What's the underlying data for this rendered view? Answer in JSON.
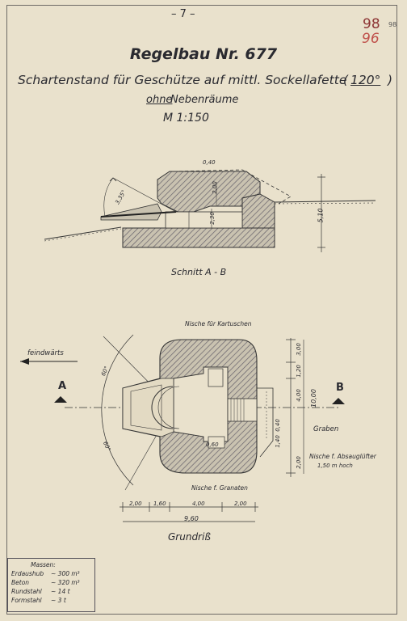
{
  "header": {
    "page_number": "– 7 –",
    "stamp_a": "98",
    "stamp_b": "96",
    "stamp_c": "98"
  },
  "title": "Regelbau Nr. 677",
  "subtitle": {
    "main": "Schartenstand für Geschütze auf mittl. Sockellafette",
    "paren_open": "(",
    "angle": "120°",
    "paren_close": ")"
  },
  "subtitle2": {
    "underlined": "ohne",
    "rest": "Nebenräume"
  },
  "scale": "M 1:150",
  "section": {
    "caption": "Schnitt A - B",
    "dims": [
      "0,40",
      "2,00",
      "2,30",
      "5,10",
      "3,35°"
    ]
  },
  "plan": {
    "caption": "Grundriß",
    "niche_cartridges": "Nische für Kartuschen",
    "niche_grenades": "Nische f. Granaten",
    "niche_fan": "Nische f. Absauglüfter",
    "niche_fan_size": "1,50 m hoch",
    "trench": "Graben",
    "enemy_direction": "feindwärts",
    "marker_a": "A",
    "marker_b": "B",
    "angles": [
      "60°",
      "60°"
    ],
    "dims_bottom": [
      "2,00",
      "1,60",
      "4,00",
      "2,00"
    ],
    "dim_total": "9,60",
    "dims_right": [
      "3,00",
      "1,20",
      "4,00",
      "10,00",
      "2,00"
    ],
    "dims_misc": [
      "0,40",
      "1,40",
      "0,60"
    ]
  },
  "masses": {
    "heading": "Massen:",
    "rows": [
      {
        "label": "Erdaushub",
        "value": "~ 300 m³"
      },
      {
        "label": "Beton",
        "value": "~ 320 m³"
      },
      {
        "label": "Rundstahl",
        "value": "~ 14 t"
      },
      {
        "label": "Formstahl",
        "value": "~ 3 t"
      }
    ]
  },
  "colors": {
    "paper": "#e9e1cc",
    "ink": "#2a2a30",
    "hatch": "#6f6b70",
    "stamp_red": "#c0504a"
  }
}
